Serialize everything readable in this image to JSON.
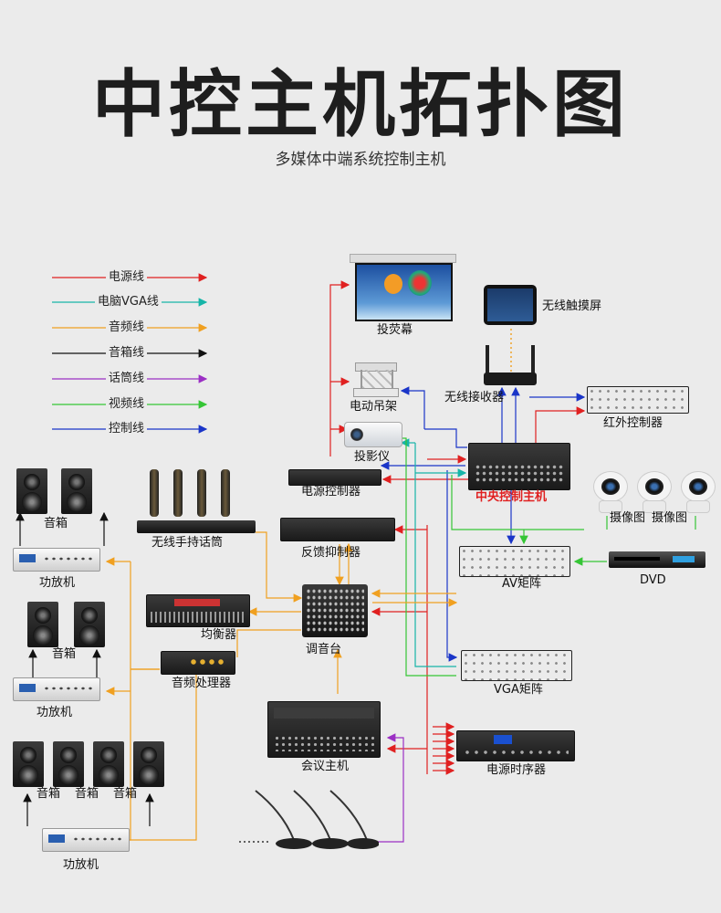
{
  "header": {
    "title": "中控主机拓扑图",
    "subtitle": "多媒体中端系统控制主机"
  },
  "legend": [
    {
      "label": "电源线",
      "color": "#e02020"
    },
    {
      "label": "电脑VGA线",
      "color": "#16b5a8"
    },
    {
      "label": "音频线",
      "color": "#f0a020"
    },
    {
      "label": "音箱线",
      "color": "#111111"
    },
    {
      "label": "话筒线",
      "color": "#9b2fc4"
    },
    {
      "label": "视频线",
      "color": "#35c535"
    },
    {
      "label": "控制线",
      "color": "#1a35c8"
    }
  ],
  "devices": {
    "screen": "投荧幕",
    "touch_screen": "无线触摸屏",
    "wireless_receiver": "无线接收器",
    "motor_lift": "电动吊架",
    "ir_controller": "红外控制器",
    "projector": "投影仪",
    "power_controller": "电源控制器",
    "central_host": "中央控制主机",
    "wireless_mic": "无线手持话筒",
    "feedback_suppressor": "反馈抑制器",
    "camera_1": "摄像图",
    "camera_2": "摄像图",
    "av_matrix": "AV矩阵",
    "dvd": "DVD",
    "equalizer": "均衡器",
    "mixer": "调音台",
    "audio_processor": "音频处理器",
    "vga_matrix": "VGA矩阵",
    "conference_host": "会议主机",
    "power_sequencer": "电源时序器",
    "speaker": "音箱",
    "amplifier": "功放机"
  }
}
